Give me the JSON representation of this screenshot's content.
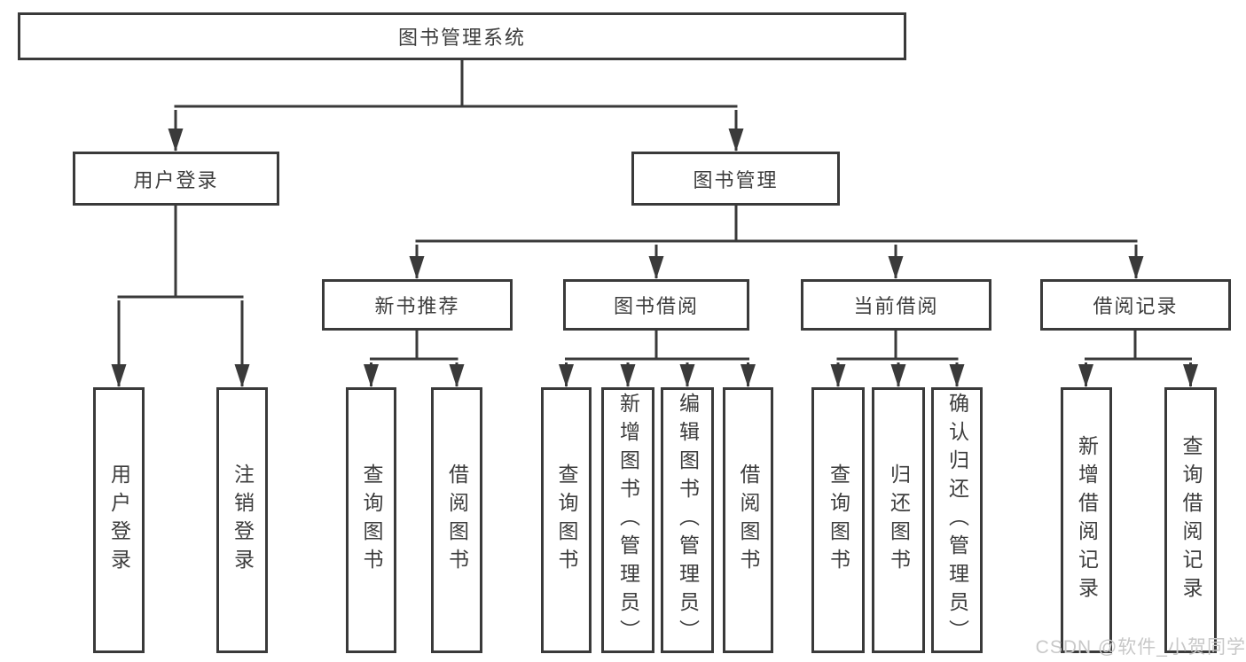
{
  "diagram": {
    "type": "hierarchy-diagram",
    "title": "图书管理系统",
    "watermark": "CSDN @软件_小贺同学",
    "colors": {
      "line": "#3a3a3a",
      "text": "#3d3d3d",
      "background": "#ffffff",
      "watermark": "#c8c8c8"
    },
    "nodes": {
      "root": {
        "label": "图书管理系统"
      },
      "user_login": {
        "label": "用户登录"
      },
      "book_mgmt": {
        "label": "图书管理"
      },
      "new_rec": {
        "label": "新书推荐"
      },
      "book_borrow": {
        "label": "图书借阅"
      },
      "current_borrow": {
        "label": "当前借阅"
      },
      "borrow_records": {
        "label": "借阅记录"
      },
      "ul_login": {
        "label": "用户登录"
      },
      "ul_logout": {
        "label": "注销登录"
      },
      "nr_query": {
        "label": "查询图书"
      },
      "nr_borrow": {
        "label": "借阅图书"
      },
      "bb_query": {
        "label": "查询图书"
      },
      "bb_add": {
        "label": "新增图书（管理员）"
      },
      "bb_edit": {
        "label": "编辑图书（管理员）"
      },
      "bb_borrow": {
        "label": "借阅图书"
      },
      "cb_query": {
        "label": "查询图书"
      },
      "cb_return": {
        "label": "归还图书"
      },
      "cb_confirm": {
        "label": "确认归还（管理员）"
      },
      "br_add": {
        "label": "新增借阅记录"
      },
      "br_query": {
        "label": "查询借阅记录"
      }
    },
    "hierarchy": {
      "root": [
        "user_login",
        "book_mgmt"
      ],
      "user_login": [
        "ul_login",
        "ul_logout"
      ],
      "book_mgmt": [
        "new_rec",
        "book_borrow",
        "current_borrow",
        "borrow_records"
      ],
      "new_rec": [
        "nr_query",
        "nr_borrow"
      ],
      "book_borrow": [
        "bb_query",
        "bb_add",
        "bb_edit",
        "bb_borrow"
      ],
      "current_borrow": [
        "cb_query",
        "cb_return",
        "cb_confirm"
      ],
      "borrow_records": [
        "br_add",
        "br_query"
      ]
    }
  }
}
